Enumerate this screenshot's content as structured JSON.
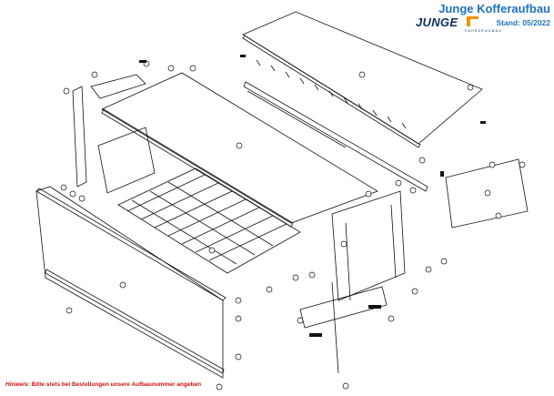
{
  "brand": {
    "title": "Junge Kofferaufbau",
    "logo_text": "JUNGE",
    "logo_sub": "FAHRZEUGBAU",
    "stand": "Stand: 05/2022",
    "accent": "#1e73be",
    "logo_color": "#10305e",
    "logo_mark_color": "#f39200"
  },
  "note": {
    "label": "Hinweis:",
    "text": "Bitte stets bei Bestellungen unsere Aufbaunummer angeben",
    "color": "#d01010"
  }
}
